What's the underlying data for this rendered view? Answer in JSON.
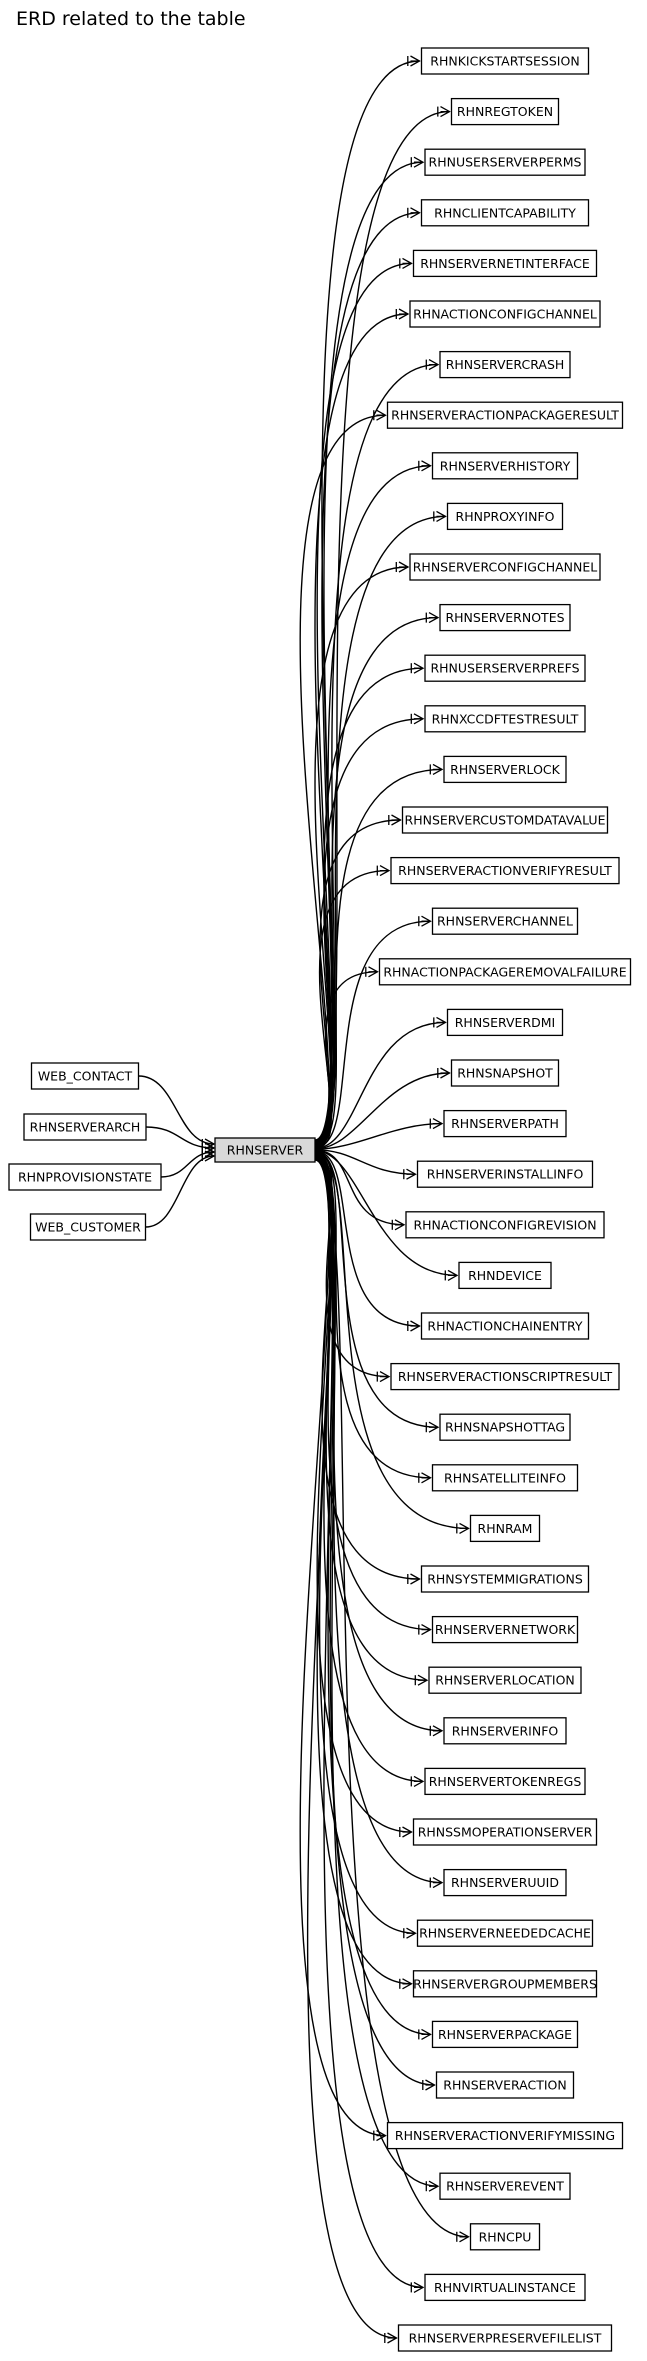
{
  "page": {
    "title": "ERD related to the table"
  },
  "diagram": {
    "center_table": "RHNSERVER",
    "left_tables": [
      "WEB_CONTACT",
      "RHNSERVERARCH",
      "RHNPROVISIONSTATE",
      "WEB_CUSTOMER"
    ],
    "right_tables": [
      "RHNKICKSTARTSESSION",
      "RHNREGTOKEN",
      "RHNUSERSERVERPERMS",
      "RHNCLIENTCAPABILITY",
      "RHNSERVERNETINTERFACE",
      "RHNACTIONCONFIGCHANNEL",
      "RHNSERVERCRASH",
      "RHNSERVERACTIONPACKAGERESULT",
      "RHNSERVERHISTORY",
      "RHNPROXYINFO",
      "RHNSERVERCONFIGCHANNEL",
      "RHNSERVERNOTES",
      "RHNUSERSERVERPREFS",
      "RHNXCCDFTESTRESULT",
      "RHNSERVERLOCK",
      "RHNSERVERCUSTOMDATAVALUE",
      "RHNSERVERACTIONVERIFYRESULT",
      "RHNSERVERCHANNEL",
      "RHNACTIONPACKAGEREMOVALFAILURE",
      "RHNSERVERDMI",
      "RHNSNAPSHOT",
      "RHNSERVERPATH",
      "RHNSERVERINSTALLINFO",
      "RHNACTIONCONFIGREVISION",
      "RHNDEVICE",
      "RHNACTIONCHAINENTRY",
      "RHNSERVERACTIONSCRIPTRESULT",
      "RHNSNAPSHOTTAG",
      "RHNSATELLITEINFO",
      "RHNRAM",
      "RHNSYSTEMMIGRATIONS",
      "RHNSERVERNETWORK",
      "RHNSERVERLOCATION",
      "RHNSERVERINFO",
      "RHNSERVERTOKENREGS",
      "RHNSSMOPERATIONSERVER",
      "RHNSERVERUUID",
      "RHNSERVERNEEDEDCACHE",
      "RHNSERVERGROUPMEMBERS",
      "RHNSERVERPACKAGE",
      "RHNSERVERACTION",
      "RHNSERVERACTIONVERIFYMISSING",
      "RHNSERVEREVENT",
      "RHNCPU",
      "RHNVIRTUALINSTANCE",
      "RHNSERVERPRESERVEFILELIST"
    ]
  }
}
